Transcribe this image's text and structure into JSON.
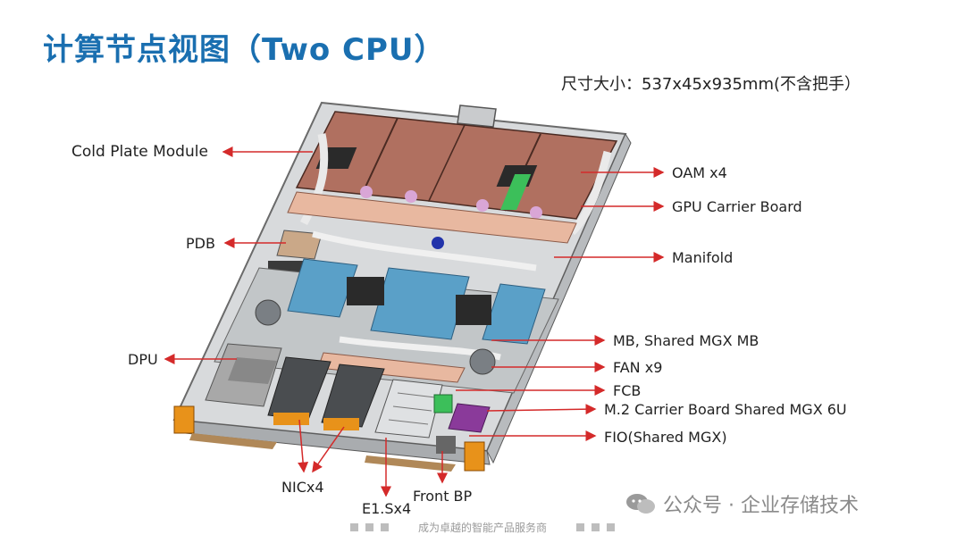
{
  "title": "计算节点视图（Two CPU）",
  "dimensions": "尺寸大小：537x45x935mm(不含把手）",
  "labels": {
    "cold_plate": "Cold Plate Module",
    "pdb": "PDB",
    "dpu": "DPU",
    "oam": "OAM x4",
    "gpu_carrier": "GPU Carrier Board",
    "manifold": "Manifold",
    "mb": "MB, Shared MGX MB",
    "fan": "FAN x9",
    "fcb": "FCB",
    "m2": "M.2 Carrier Board Shared MGX 6U",
    "fio": "FIO(Shared MGX)",
    "nic": "NICx4",
    "e1s": "E1.Sx4",
    "front_bp": "Front BP"
  },
  "footer": "成为卓越的智能产品服务商",
  "watermark": "公众号 · 企业存储技术",
  "colors": {
    "title": "#1a6fb0",
    "arrow": "#d42a2a",
    "copper": "#b06a50",
    "dimm": "#5aa0c8",
    "green": "#3cbf5a",
    "orange": "#e8921a",
    "purple": "#8a3a9a"
  }
}
